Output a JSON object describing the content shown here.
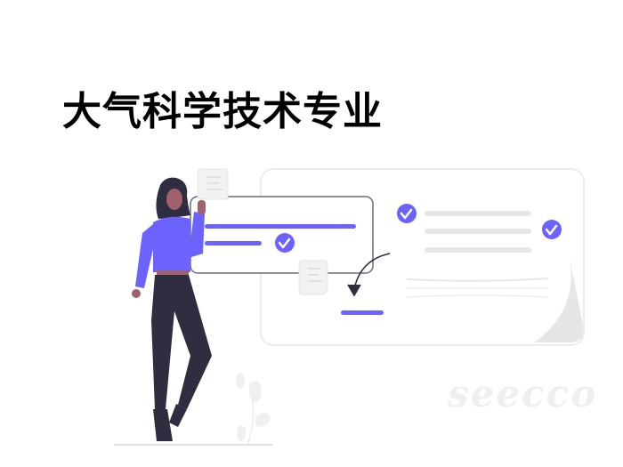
{
  "title": "大气科学技术专业",
  "watermark": "seecco",
  "colors": {
    "accent": "#6c63ff",
    "dark": "#2f2e41",
    "skin": "#a0616a",
    "light_gray": "#e6e6e6",
    "card_border": "#3f3d56"
  },
  "illustration": {
    "subject": "woman-with-checklist",
    "checks": 3,
    "icons": [
      "check-circle-icon",
      "check-circle-icon",
      "check-circle-icon",
      "note-icon",
      "note-icon",
      "arrow-icon",
      "plant-icon"
    ]
  }
}
